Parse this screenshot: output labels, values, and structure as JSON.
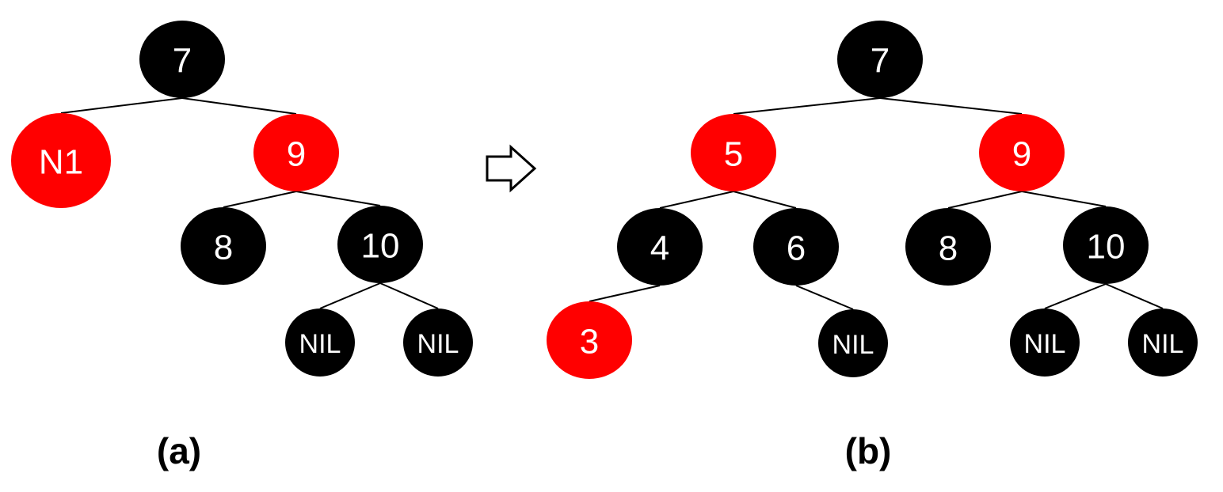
{
  "colors": {
    "black": "#000000",
    "red": "#ff0000",
    "edge": "#000000",
    "label": "#ffffff"
  },
  "transition_arrow": {
    "icon": "right-outline-arrow-icon"
  },
  "trees": [
    {
      "id": "a",
      "caption": "(a)",
      "nodes": [
        {
          "id": "a-7",
          "label": "7",
          "color": "black"
        },
        {
          "id": "a-N1",
          "label": "N1",
          "color": "red"
        },
        {
          "id": "a-9",
          "label": "9",
          "color": "red"
        },
        {
          "id": "a-8",
          "label": "8",
          "color": "black"
        },
        {
          "id": "a-10",
          "label": "10",
          "color": "black"
        },
        {
          "id": "a-nil1",
          "label": "NIL",
          "color": "black"
        },
        {
          "id": "a-nil2",
          "label": "NIL",
          "color": "black"
        }
      ],
      "edges": [
        [
          "a-7",
          "a-N1"
        ],
        [
          "a-7",
          "a-9"
        ],
        [
          "a-9",
          "a-8"
        ],
        [
          "a-9",
          "a-10"
        ],
        [
          "a-10",
          "a-nil1"
        ],
        [
          "a-10",
          "a-nil2"
        ]
      ]
    },
    {
      "id": "b",
      "caption": "(b)",
      "nodes": [
        {
          "id": "b-7",
          "label": "7",
          "color": "black"
        },
        {
          "id": "b-5",
          "label": "5",
          "color": "red"
        },
        {
          "id": "b-9",
          "label": "9",
          "color": "red"
        },
        {
          "id": "b-4",
          "label": "4",
          "color": "black"
        },
        {
          "id": "b-6",
          "label": "6",
          "color": "black"
        },
        {
          "id": "b-8",
          "label": "8",
          "color": "black"
        },
        {
          "id": "b-10",
          "label": "10",
          "color": "black"
        },
        {
          "id": "b-3",
          "label": "3",
          "color": "red"
        },
        {
          "id": "b-nil1",
          "label": "NIL",
          "color": "black"
        },
        {
          "id": "b-nil2",
          "label": "NIL",
          "color": "black"
        },
        {
          "id": "b-nil3",
          "label": "NIL",
          "color": "black"
        }
      ],
      "edges": [
        [
          "b-7",
          "b-5"
        ],
        [
          "b-7",
          "b-9"
        ],
        [
          "b-5",
          "b-4"
        ],
        [
          "b-5",
          "b-6"
        ],
        [
          "b-9",
          "b-8"
        ],
        [
          "b-9",
          "b-10"
        ],
        [
          "b-4",
          "b-3"
        ],
        [
          "b-6",
          "b-nil1"
        ],
        [
          "b-10",
          "b-nil2"
        ],
        [
          "b-10",
          "b-nil3"
        ]
      ]
    }
  ]
}
